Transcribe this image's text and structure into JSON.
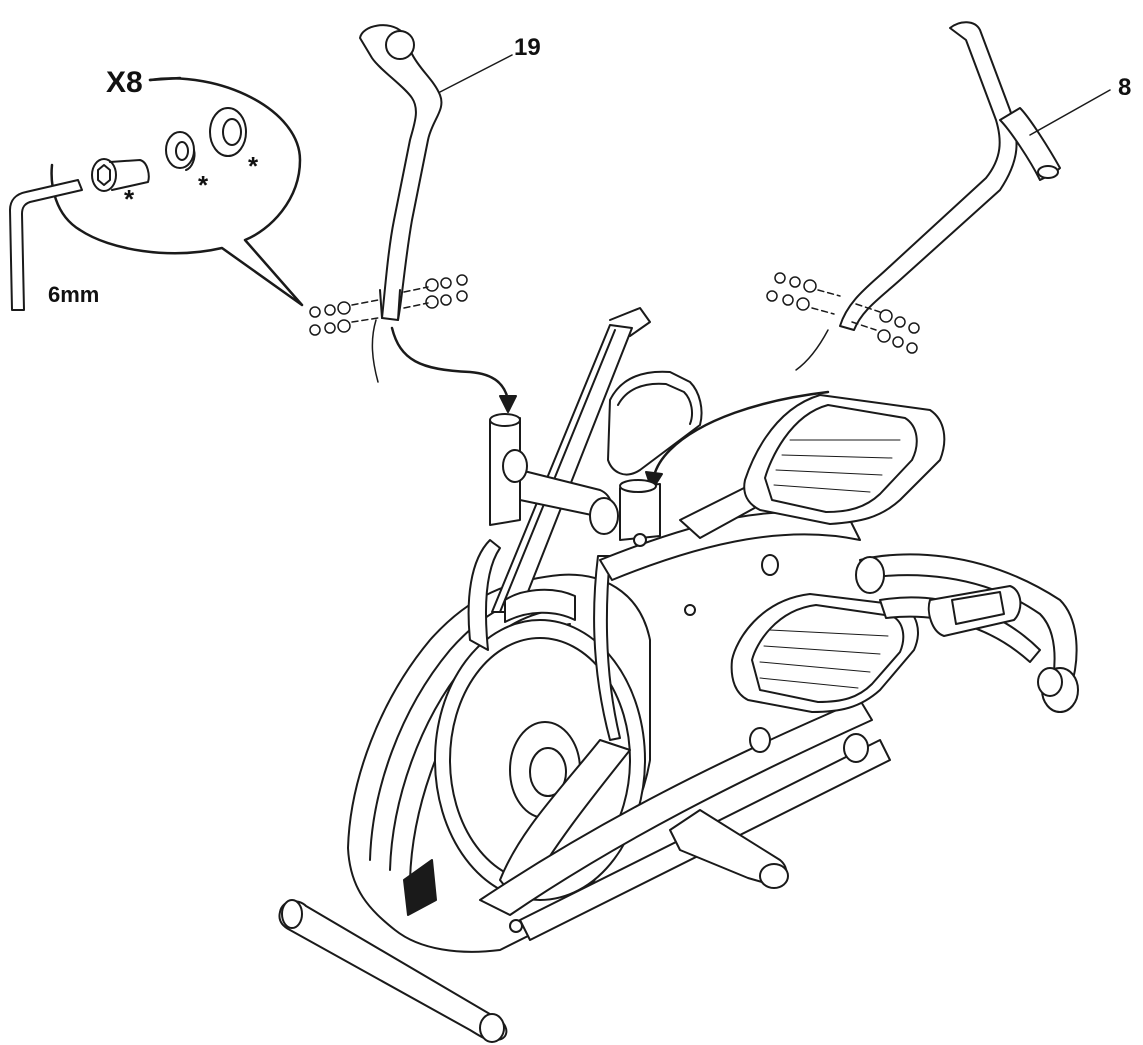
{
  "callouts": {
    "quantity": "X8",
    "tool_size": "6mm",
    "marker": "*"
  },
  "parts": {
    "left_handlebar": "19",
    "right_handlebar": "8"
  }
}
